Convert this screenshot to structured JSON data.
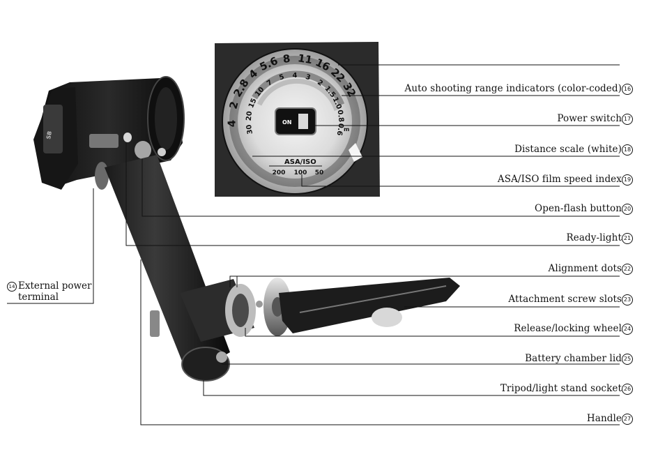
{
  "callouts": [
    {
      "text": "Auto shooting range indicators (color-coded)",
      "num": "16"
    },
    {
      "text": "Power switch",
      "num": "17"
    },
    {
      "text": "Distance scale (white)",
      "num": "18"
    },
    {
      "text": "ASA/ISO film speed index",
      "num": "19"
    },
    {
      "text": "Open-flash button",
      "num": "20"
    },
    {
      "text": "Ready-light",
      "num": "21"
    },
    {
      "text": "Alignment dots",
      "num": "22"
    },
    {
      "text": "Attachment screw slots",
      "num": "23"
    },
    {
      "text": "Release/locking wheel",
      "num": "24"
    },
    {
      "text": "Battery chamber lid",
      "num": "25"
    },
    {
      "text": "Tripod/light stand socket",
      "num": "26"
    },
    {
      "text": "Handle",
      "num": "27"
    }
  ],
  "left_callout": {
    "num": "14",
    "line1": "External power",
    "line2": "terminal"
  },
  "dial": {
    "aperture_scale": [
      "4",
      "2",
      "2.8",
      "4",
      "5.6",
      "8",
      "11",
      "16",
      "22",
      "32"
    ],
    "distance_scale": [
      "30",
      "20",
      "15",
      "10",
      "7",
      "5",
      "4",
      "3",
      "2",
      "1.5",
      "1.0",
      "0.8",
      "0.6"
    ],
    "distance_unit": "m",
    "asa_title": "ASA/ISO",
    "asa_values": [
      "200",
      "100",
      "50"
    ],
    "switch_label": "ON"
  }
}
